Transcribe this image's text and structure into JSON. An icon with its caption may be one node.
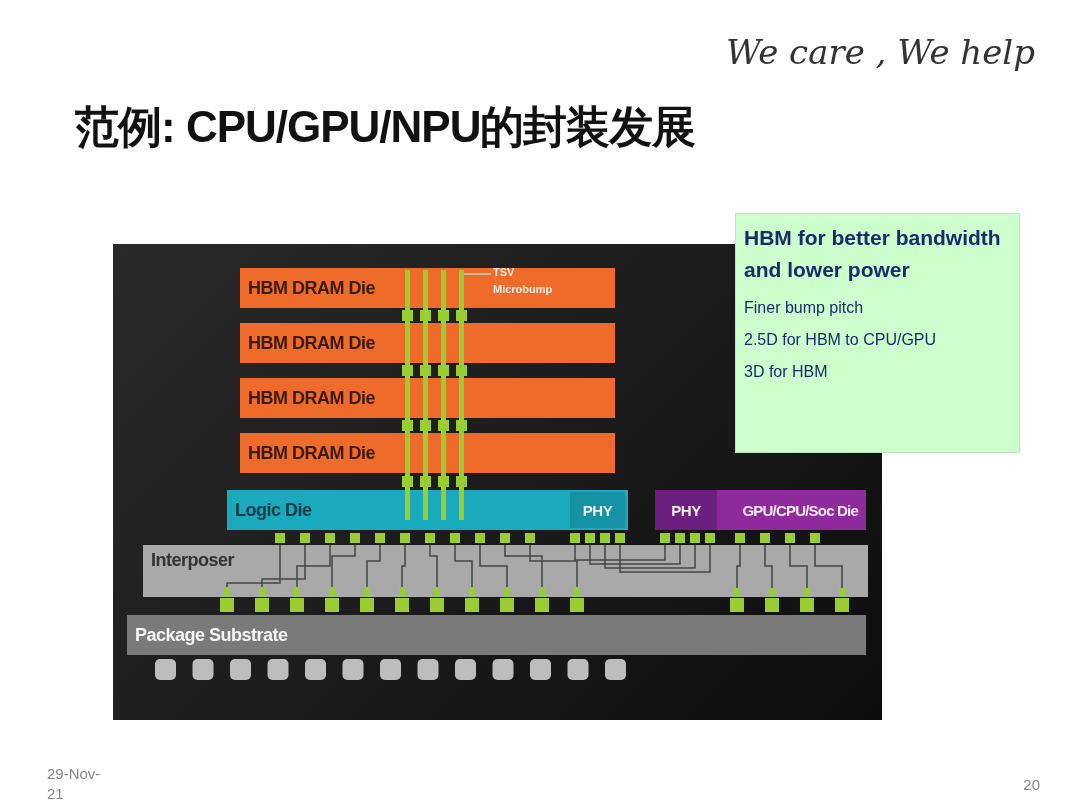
{
  "diagram": {
    "title": "范例: CPU/GPU/NPU的封装发展",
    "nodes": [
      {
        "text": [
          "HBM DRAM Die"
        ]
      },
      {
        "text": [
          "HBM DRAM Die"
        ]
      },
      {
        "text": [
          "HBM DRAM Die"
        ]
      },
      {
        "text": [
          "HBM DRAM Die"
        ]
      },
      {
        "text": [
          "TSV"
        ],
        "in": 0
      },
      {
        "text": [],
        "shape": "bar",
        "in": 0
      },
      {
        "text": [
          "Logic Die"
        ]
      },
      {
        "text": [
          "PHY"
        ],
        "in": 6
      },
      {
        "text": [
          "GPU/CPU/Soc Die"
        ]
      },
      {
        "text": [
          "PHY"
        ],
        "in": 8
      },
      {
        "text": [
          "Interposer"
        ]
      },
      {
        "text": [
          "Package Substrate"
        ]
      },
      {
        "text": [
          "HBM for better bandwidth and lower power",
          "Finer bump pitch",
          "2.5D for HBM to CPU/GPU",
          "3D for HBM"
        ]
      }
    ],
    "edges": [
      {
        "from": 4,
        "to": 5,
        "arrow": "none"
      }
    ],
    "labels": [
      "Microbump",
      "We care , We help",
      "29-Nov-21",
      "20"
    ]
  }
}
